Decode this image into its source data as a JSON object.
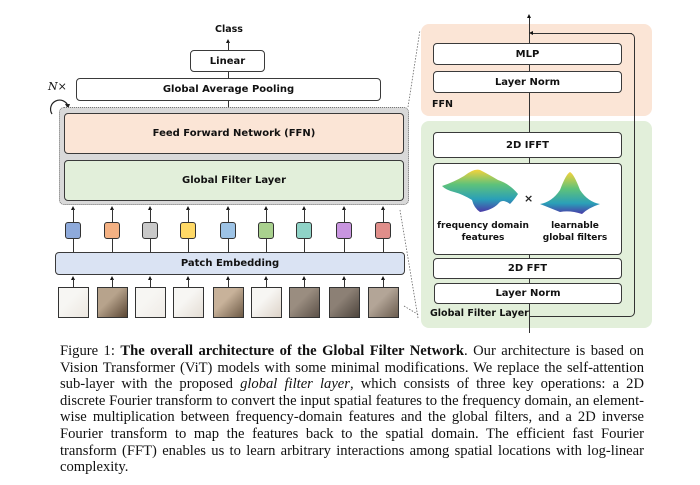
{
  "figure": {
    "left": {
      "class_label": "Class",
      "linear": "Linear",
      "global_average_pooling": "Global Average Pooling",
      "repeat_label": "N×",
      "ffn_block": "Feed Forward Network (FFN)",
      "global_filter_block": "Global Filter Layer",
      "patch_embedding": "Patch Embedding",
      "tokens": [
        {
          "color": "#8eaadb"
        },
        {
          "color": "#f4b183"
        },
        {
          "color": "#c9c9c9"
        },
        {
          "color": "#ffd966"
        },
        {
          "color": "#9dc3e6"
        },
        {
          "color": "#a9d18e"
        },
        {
          "color": "#8fd3c7"
        },
        {
          "color": "#c995e0"
        },
        {
          "color": "#e08e8a"
        }
      ],
      "patch_count": 9
    },
    "right": {
      "ffn_group_label": "FFN",
      "mlp": "MLP",
      "ffn_layer_norm": "Layer Norm",
      "ifft": "2D IFFT",
      "freq_features_label": "frequency domain features",
      "multiply_symbol": "×",
      "global_filters_label": "learnable global filters",
      "fft": "2D FFT",
      "gf_layer_norm": "Layer Norm",
      "gf_group_label": "Global Filter Layer"
    },
    "colors": {
      "ffn_fill": "#fbe5d6",
      "gf_fill": "#e2efda",
      "patch_embed_fill": "#dae3f3",
      "outer_block_fill": "#d9d9d9"
    }
  },
  "caption": {
    "prefix": "Figure 1: ",
    "bold": "The overall architecture of the Global Filter Network",
    "part1": ". Our architecture is based on Vision Transformer (ViT) models with some minimal modifications. We replace the self-attention sub-layer with the proposed ",
    "italic": "global filter layer",
    "part2": ", which consists of three key operations: a 2D discrete Fourier transform to convert the input spatial features to the frequency domain, an element-wise multiplication between frequency-domain features and the global filters, and a 2D inverse Fourier transform to map the features back to the spatial domain. The efficient fast Fourier transform (FFT) enables us to learn arbitrary interactions among spatial locations with log-linear complexity."
  }
}
